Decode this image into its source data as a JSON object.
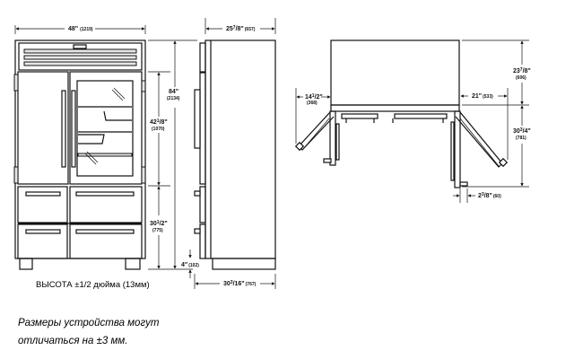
{
  "front_view": {
    "width": {
      "whole": "48\"",
      "mm": "(1219)"
    },
    "height_total": {
      "whole": "84\"",
      "mm": "(2134)"
    },
    "height_doors": {
      "whole": "42",
      "sup": "1",
      "rest": "/8\"",
      "mm": "(1070)"
    },
    "height_drawers": {
      "whole": "30",
      "sup": "1",
      "rest": "/2\"",
      "mm": "(775)"
    },
    "caption": "ВЫСОТА ±1/2 дюйма (13мм)"
  },
  "side_view": {
    "depth": {
      "whole": "25",
      "sup": "7",
      "rest": "/8\"",
      "mm": "(657)"
    },
    "toe_kick": {
      "whole": "4\"",
      "mm": "(102)"
    },
    "depth_total": {
      "whole": "30",
      "sup": "3",
      "rest": "/16\"",
      "mm": "(767)"
    }
  },
  "top_view": {
    "cabinet_depth": {
      "whole": "23",
      "sup": "7",
      "rest": "/8\"",
      "mm": "(606)"
    },
    "door_swing": {
      "whole": "30",
      "sup": "3",
      "rest": "/4\"",
      "mm": "(781)"
    },
    "left_clearance": {
      "whole": "14",
      "sup": "1",
      "rest": "/2\"",
      "mm": "(368)"
    },
    "right_clearance": {
      "whole": "21\"",
      "mm": "(533)"
    },
    "offset": {
      "whole": "2",
      "sup": "3",
      "rest": "/8\"",
      "mm": "(60)"
    }
  },
  "note": {
    "line1": "Размеры устройства могут",
    "line2": "отличаться на ±3 мм."
  }
}
